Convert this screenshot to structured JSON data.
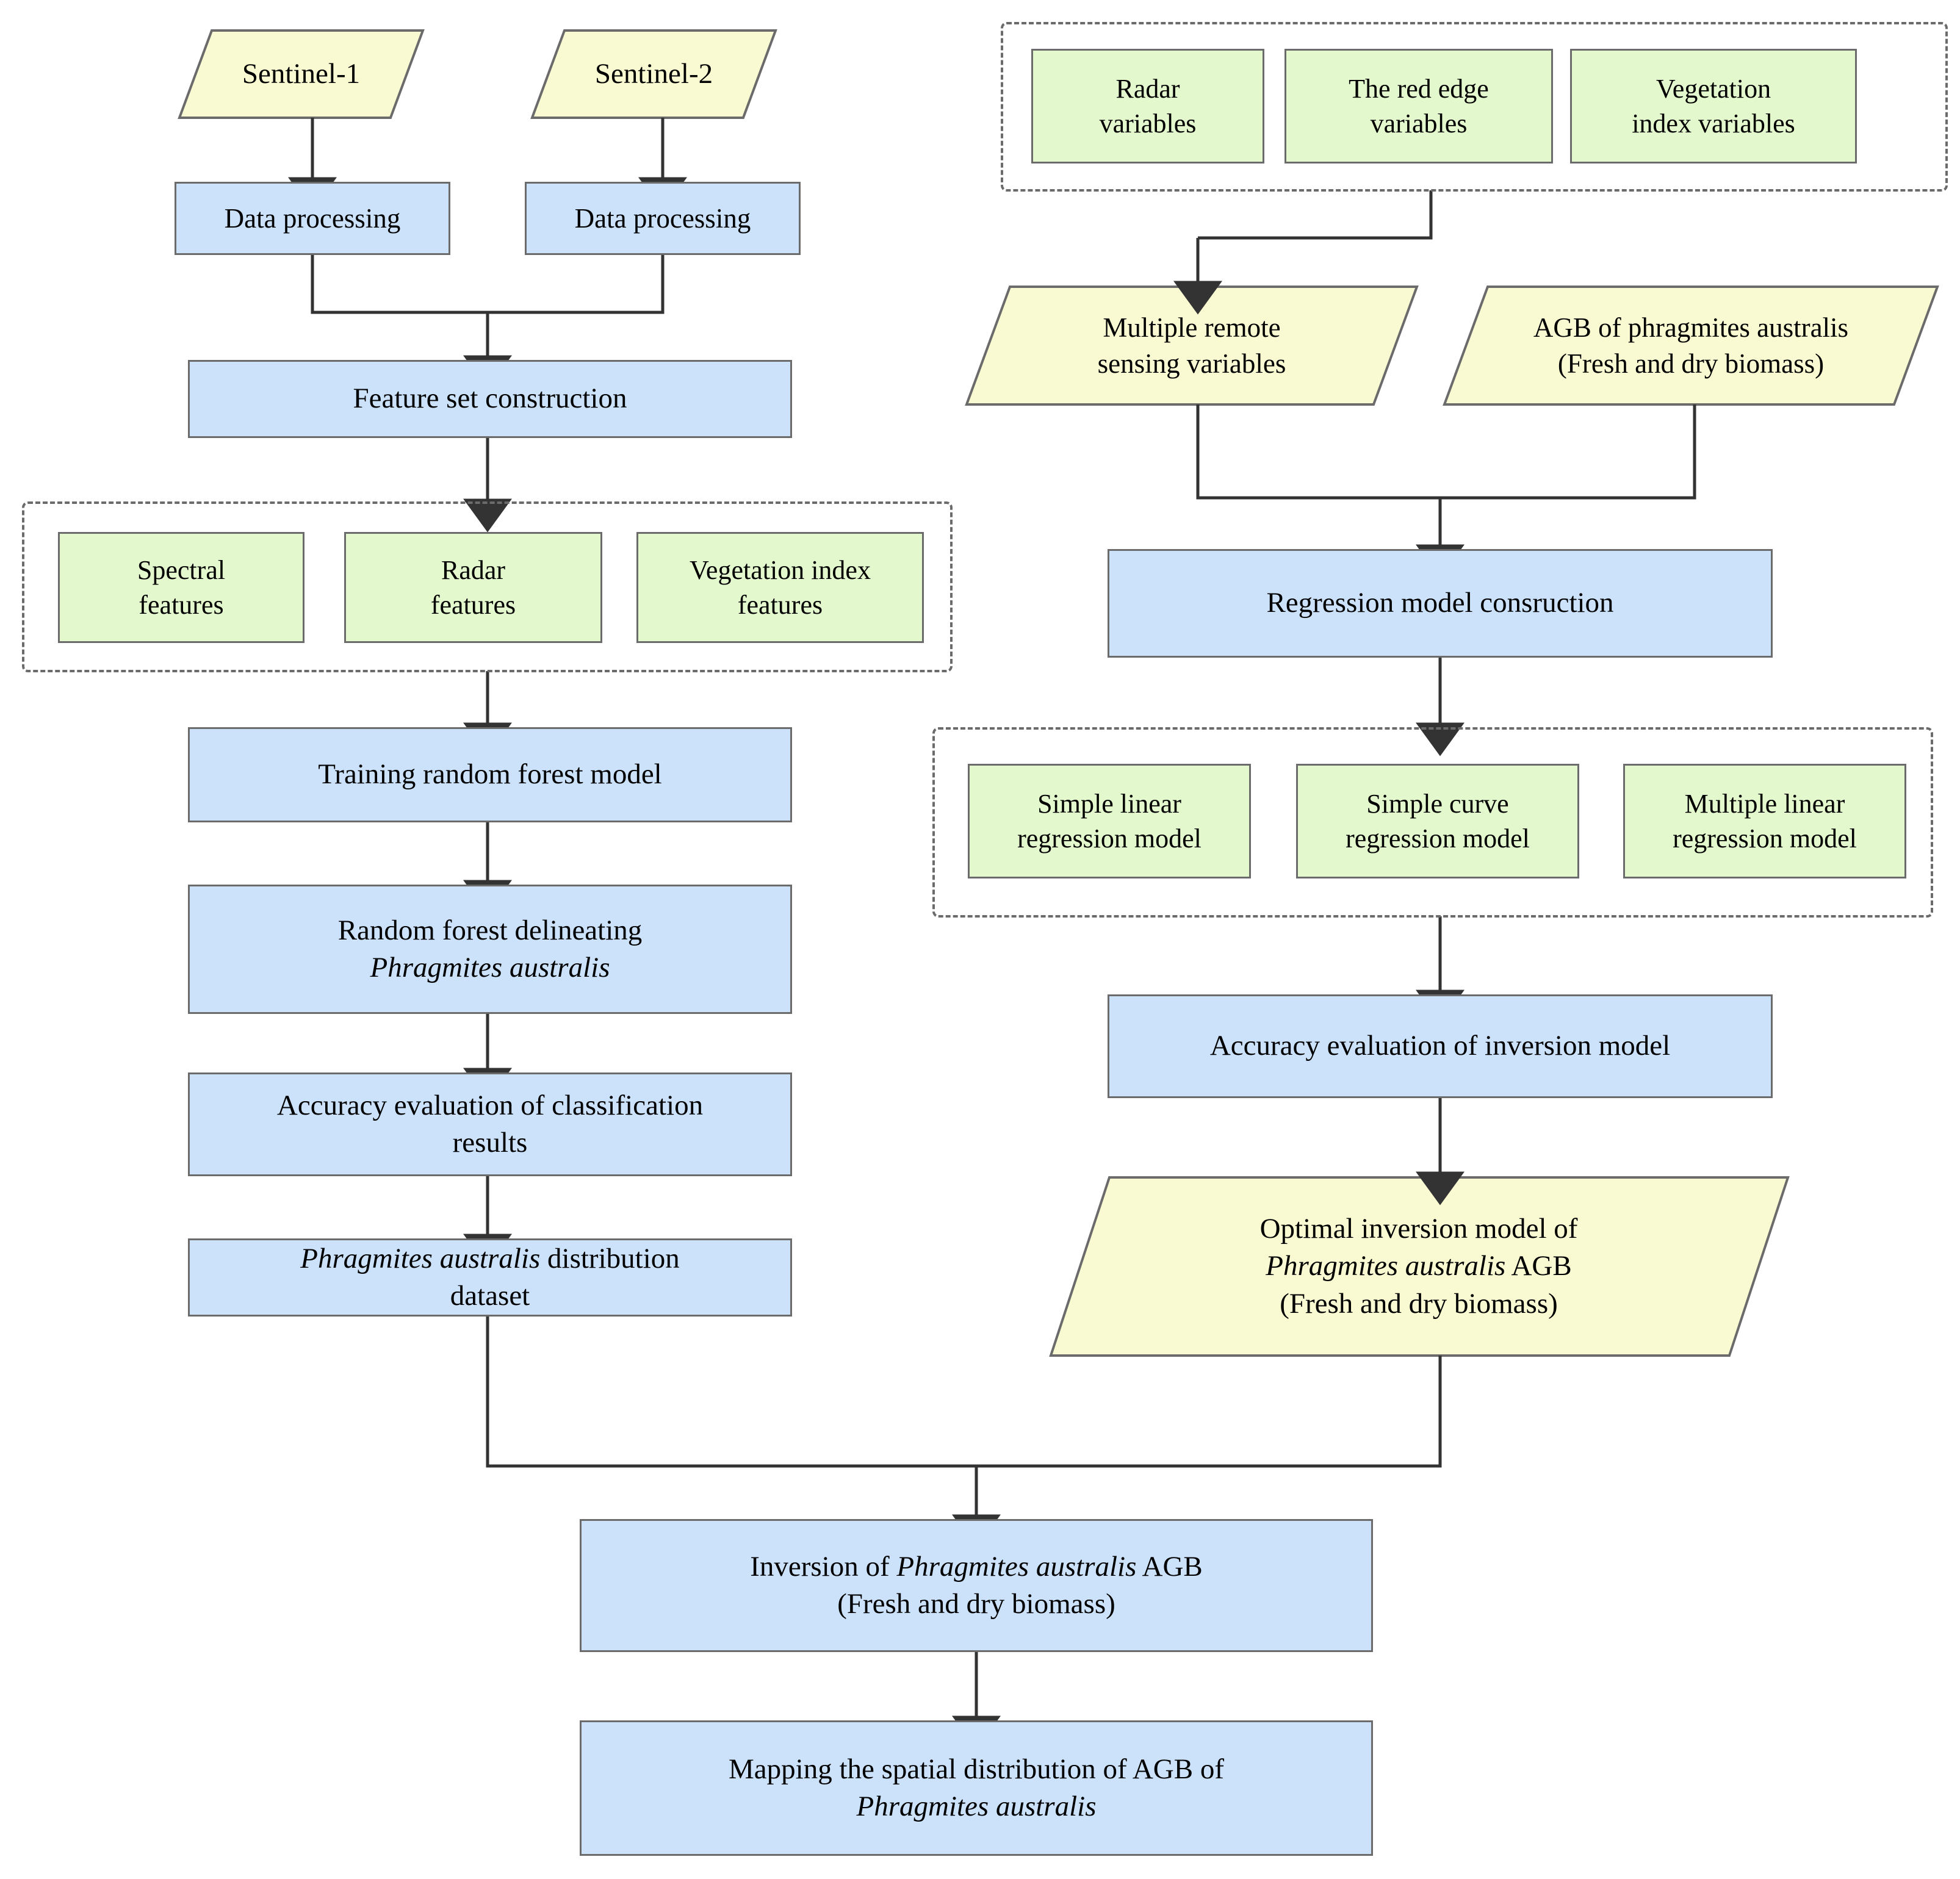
{
  "diagram": {
    "title": "Phragmites australis AGB remote sensing workflow flowchart",
    "colors": {
      "process_fill": "#cce2fb",
      "data_fill": "#fafad2",
      "feature_fill": "#e3f8cd",
      "border": "#6b6b6b",
      "arrow": "#333333"
    }
  },
  "nodes": {
    "sentinel1": "Sentinel-1",
    "sentinel2": "Sentinel-2",
    "data_processing_1": "Data processing",
    "data_processing_2": "Data processing",
    "feature_set_construction": "Feature set construction",
    "spectral_features_l1": "Spectral",
    "spectral_features_l2": "features",
    "radar_features_l1": "Radar",
    "radar_features_l2": "features",
    "vegetation_index_features_l1": "Vegetation index",
    "vegetation_index_features_l2": "features",
    "training_random_forest_model": "Training random forest model",
    "rf_delineating_l1": "Random forest delineating",
    "rf_delineating_l2": "Phragmites australis",
    "accuracy_classification_l1": "Accuracy evaluation of classification",
    "accuracy_classification_l2": "results",
    "distribution_dataset_l1a": "Phragmites australis",
    "distribution_dataset_l1b": " distribution",
    "distribution_dataset_l2": "dataset",
    "radar_variables_l1": "Radar",
    "radar_variables_l2": "variables",
    "red_edge_variables_l1": "The red edge",
    "red_edge_variables_l2": "variables",
    "vegetation_index_variables_l1": "Vegetation",
    "vegetation_index_variables_l2": "index variables",
    "multiple_rs_variables_l1": "Multiple remote",
    "multiple_rs_variables_l2": "sensing variables",
    "agb_phragmites_l1": "AGB of phragmites australis",
    "agb_phragmites_l2": "(Fresh and dry biomass)",
    "regression_model_construction": "Regression model consruction",
    "simple_linear_l1": "Simple linear",
    "simple_linear_l2": "regression model",
    "simple_curve_l1": "Simple curve",
    "simple_curve_l2": "regression model",
    "multiple_linear_l1": "Multiple linear",
    "multiple_linear_l2": "regression model",
    "accuracy_inversion_model": "Accuracy evaluation of inversion model",
    "optimal_inversion_l1": "Optimal inversion model of",
    "optimal_inversion_l2a": "Phragmites australis",
    "optimal_inversion_l2b": " AGB",
    "optimal_inversion_l3": "(Fresh and dry biomass)",
    "inversion_agb_l1a": "Inversion of ",
    "inversion_agb_l1b": "Phragmites australis",
    "inversion_agb_l1c": " AGB",
    "inversion_agb_l2": "(Fresh and dry biomass)",
    "mapping_spatial_l1": "Mapping the spatial distribution of AGB of",
    "mapping_spatial_l2": "Phragmites australis"
  },
  "groups": {
    "feature_set_group": "Feature set group (Spectral / Radar / Vegetation index features)",
    "variables_group": "Remote sensing variables group (Radar / Red edge / Vegetation index variables)",
    "regression_models_group": "Regression models group (Simple linear / Simple curve / Multiple linear)"
  }
}
